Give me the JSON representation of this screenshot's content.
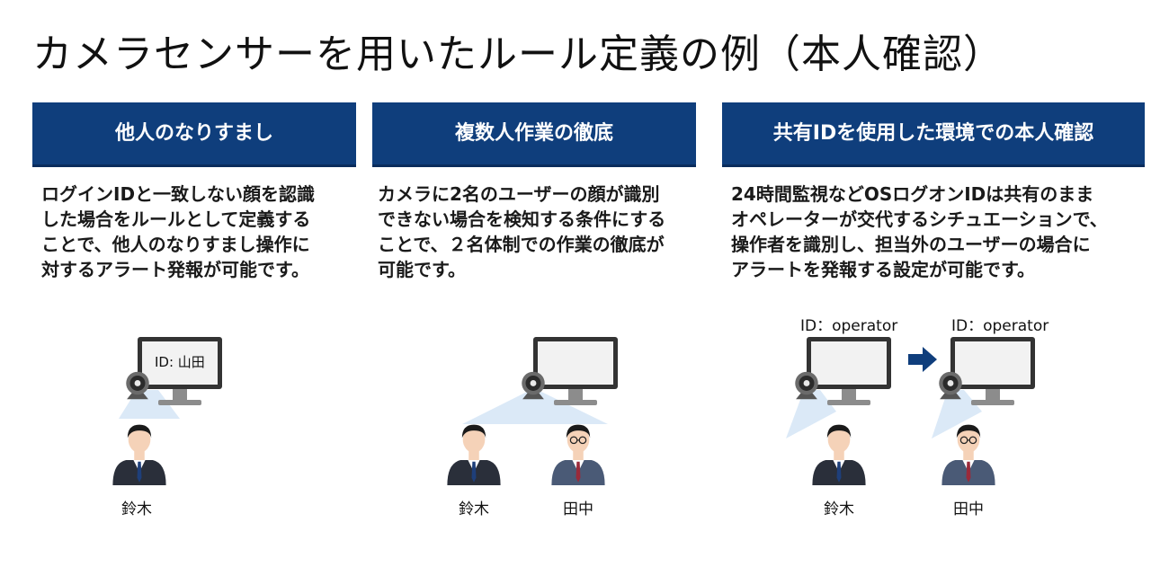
{
  "title": "カメラセンサーを用いたルール定義の例（本人確認）",
  "columns": [
    {
      "header_lines": [
        "他人のなりすまし"
      ],
      "description_lines": [
        "ログインIDと一致しない顔を認識",
        "した場合をルールとして定義する",
        "ことで、他人のなりすまし操作に",
        "対するアラート発報が可能です。"
      ],
      "screen_label": "ID: 山田",
      "people": [
        "鈴木"
      ]
    },
    {
      "header_lines": [
        "複数人作業の徹底"
      ],
      "description_lines": [
        "カメラに2名のユーザーの顔が識別",
        "できない場合を検知する条件にする",
        "ことで、２名体制での作業の徹底が",
        "可能です。"
      ],
      "people": [
        "鈴木",
        "田中"
      ]
    },
    {
      "header_lines": [
        "共有IDを使用した環境での",
        "本人確認"
      ],
      "description_lines": [
        "24時間監視などOSログオンIDは共有のまま",
        "オペレーターが交代するシチュエーションで、",
        "操作者を識別し、担当外のユーザーの場合に",
        "アラートを発報する設定が可能です。"
      ],
      "id_labels": [
        "ID：operator",
        "ID：operator"
      ],
      "people": [
        "鈴木",
        "田中"
      ]
    }
  ],
  "colors": {
    "header_bg": "#0f3e7c",
    "arrow": "#0f3e7c",
    "camera_beam": "#dbe9f7",
    "suit_dark": "#2a2f3a",
    "suit_navy": "#4a5a76"
  },
  "icons": [
    "monitor-icon",
    "webcam-icon",
    "person-icon",
    "right-arrow-icon"
  ]
}
